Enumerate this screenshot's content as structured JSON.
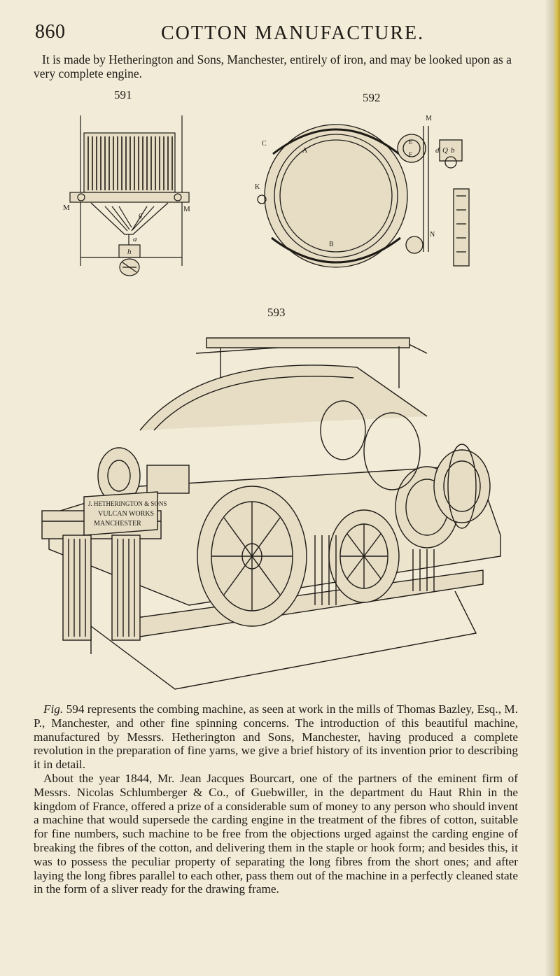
{
  "header": {
    "page_number": "860",
    "running_title": "COTTON MANUFACTURE."
  },
  "intro_text": "It is made by Hetherington and Sons, Manchester, entirely of iron, and may be looked upon as a very complete engine.",
  "figures": {
    "fig591": {
      "number": "591",
      "letters": [
        "M",
        "M",
        "g",
        "a",
        "h"
      ]
    },
    "fig592": {
      "number": "592",
      "letters": [
        "M",
        "C",
        "d",
        "Q",
        "b",
        "A",
        "E",
        "F",
        "K",
        "B",
        "N"
      ]
    },
    "fig593": {
      "number": "593",
      "maker_plate": [
        "J. HETHERINGTON & SONS",
        "VULCAN WORKS",
        "MANCHESTER"
      ]
    }
  },
  "caption": {
    "fig_ref": "Fig.",
    "para1": "594 represents the combing machine, as seen at work in the mills of Thomas Bazley, Esq., M. P., Manchester, and other fine spinning concerns. The introduction of this beautiful machine, manufactured by Messrs. Hetherington and Sons, Manchester, having produced a complete revolution in the preparation of fine yarns, we give a brief history of its invention prior to describing it in detail.",
    "para2": "About the year 1844, Mr. Jean Jacques Bourcart, one of the partners of the eminent firm of Messrs. Nicolas Schlumberger & Co., of Guebwiller, in the department du Haut Rhin in the kingdom of France, offered a prize of a considerable sum of money to any person who should invent a machine that would supersede the carding engine in the treatment of the fibres of cotton, suitable for fine numbers, such machine to be free from the objections urged against the carding engine of breaking the fibres of the cotton, and delivering them in the staple or hook form; and besides this, it was to possess the peculiar property of separating the long fibres from the short ones; and after laying the long fibres parallel to each other, pass them out of the machine in a perfectly cleaned state in the form of a sliver ready for the drawing frame."
  },
  "colors": {
    "paper": "#f1ebd8",
    "ink": "#1f1b16",
    "edge_gold": "#d9c24a"
  }
}
